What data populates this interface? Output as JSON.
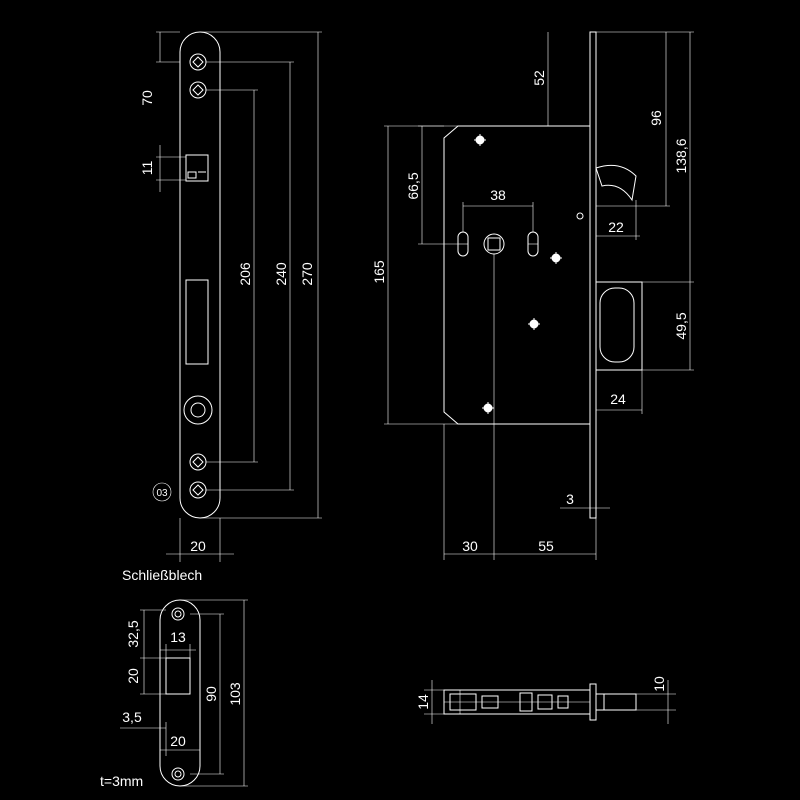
{
  "labels": {
    "strike_plate_title": "Schließblech",
    "thickness": "t=3mm",
    "part_number": "03"
  },
  "faceplate_dims": {
    "d70": "70",
    "d11": "11",
    "d206": "206",
    "d240": "240",
    "d270": "270",
    "d20": "20"
  },
  "body_dims": {
    "d52": "52",
    "d96": "96",
    "d138_6": "138,6",
    "d66_5": "66,5",
    "d38": "38",
    "d22": "22",
    "d165": "165",
    "d49_5": "49,5",
    "d24": "24",
    "d3": "3",
    "d30": "30",
    "d55": "55"
  },
  "strike_dims": {
    "d32_5": "32,5",
    "d13": "13",
    "d20a": "20",
    "d90": "90",
    "d103": "103",
    "d3_5": "3,5",
    "d20b": "20"
  },
  "side_dims": {
    "d14": "14",
    "d10": "10"
  }
}
